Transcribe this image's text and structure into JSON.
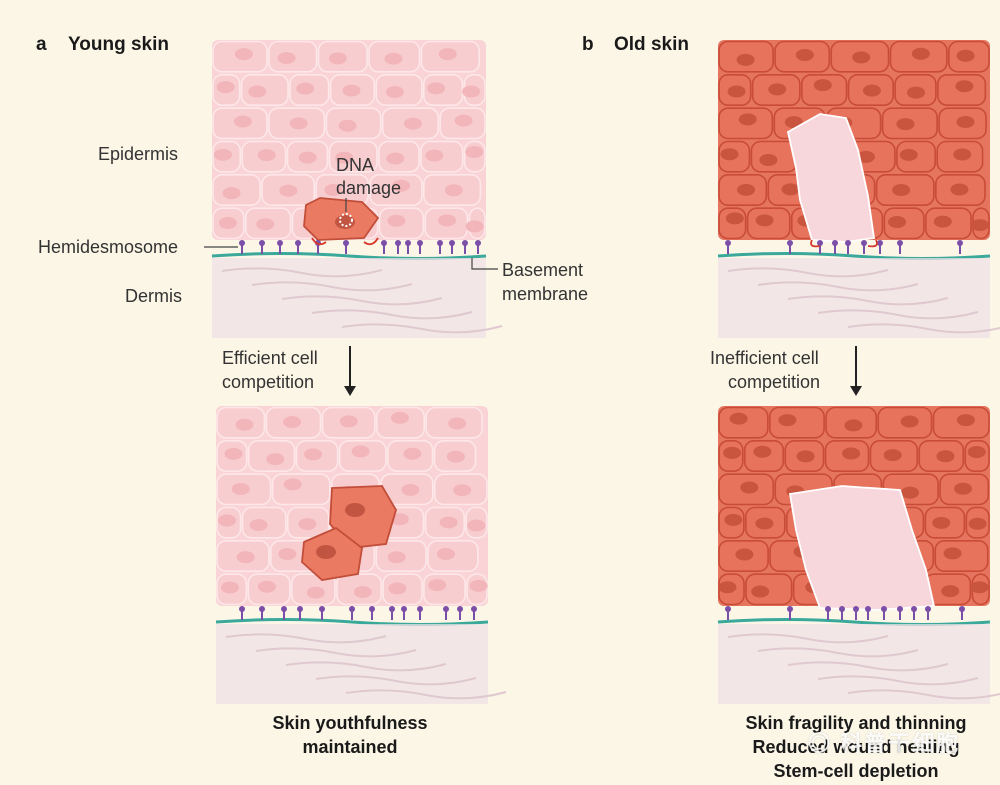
{
  "panel_a": {
    "letter": "a",
    "title": "Young skin",
    "labels": {
      "epidermis": "Epidermis",
      "dna_damage_line1": "DNA",
      "dna_damage_line2": "damage",
      "hemidesmosome": "Hemidesmosome",
      "basement_line1": "Basement",
      "basement_line2": "membrane",
      "dermis": "Dermis"
    },
    "arrow_line1": "Efficient cell",
    "arrow_line2": "competition",
    "outcome_line1": "Skin youthfulness",
    "outcome_line2": "maintained"
  },
  "panel_b": {
    "letter": "b",
    "title": "Old skin",
    "arrow_line1": "Inefficient cell",
    "arrow_line2": "competition",
    "outcome_line1": "Skin fragility and thinning",
    "outcome_line2": "Reduced wound healing",
    "outcome_line3": "Stem-cell depletion"
  },
  "watermark": "科普干细胞",
  "colors": {
    "background": "#fbf6e6",
    "young_cell": "#f8cdd0",
    "old_cell": "#e8735d",
    "damaged_cell": "#ea7a62",
    "membrane": "#3aa89a",
    "hemidesmosome": "#7b4ea8",
    "dermis": "#efe2e6"
  }
}
